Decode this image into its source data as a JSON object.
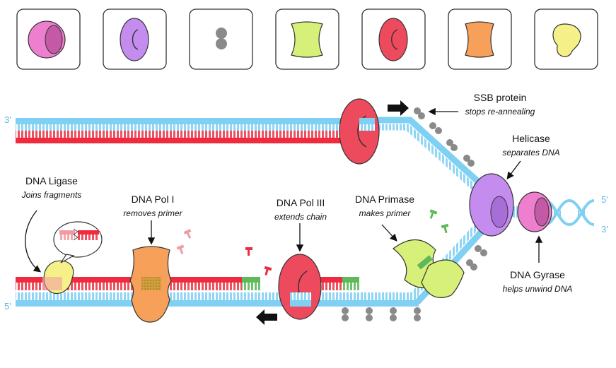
{
  "legend": {
    "items": [
      {
        "name": "dna-gyrase",
        "icon": "pink-cup-icon",
        "color": "#ee7fce"
      },
      {
        "name": "helicase",
        "icon": "purple-ring-icon",
        "color": "#c58cf0"
      },
      {
        "name": "ssb-protein",
        "icon": "grey-dumbbell-icon",
        "color": "#8a8a8a"
      },
      {
        "name": "dna-primase",
        "icon": "green-spool-icon",
        "color": "#d6f07a"
      },
      {
        "name": "dna-pol-iii",
        "icon": "red-ring-icon",
        "color": "#ee4a5e"
      },
      {
        "name": "dna-pol-i",
        "icon": "orange-spool-icon",
        "color": "#f7a05a"
      },
      {
        "name": "dna-ligase",
        "icon": "yellow-blob-icon",
        "color": "#f6f089"
      }
    ]
  },
  "labels": {
    "ssb": {
      "title": "SSB protein",
      "sub": "stops re-annealing"
    },
    "helicase": {
      "title": "Helicase",
      "sub": "separates DNA"
    },
    "ligase": {
      "title": "DNA Ligase",
      "sub": "Joins fragments"
    },
    "pol1": {
      "title": "DNA Pol I",
      "sub": "removes primer"
    },
    "pol3": {
      "title": "DNA Pol III",
      "sub": "extends chain"
    },
    "primase": {
      "title": "DNA Primase",
      "sub": "makes primer"
    },
    "gyrase": {
      "title": "DNA Gyrase",
      "sub": "helps unwind DNA"
    }
  },
  "strand_ends": {
    "top_left": "3'",
    "bottom_left": "5'",
    "right_top": "5'",
    "right_bottom": "3'"
  },
  "colors": {
    "template_strand": "#7fd0f2",
    "new_strand": "#ee2b3f",
    "primer": "#5fb85a",
    "primer_removed": "#f29aa2"
  }
}
